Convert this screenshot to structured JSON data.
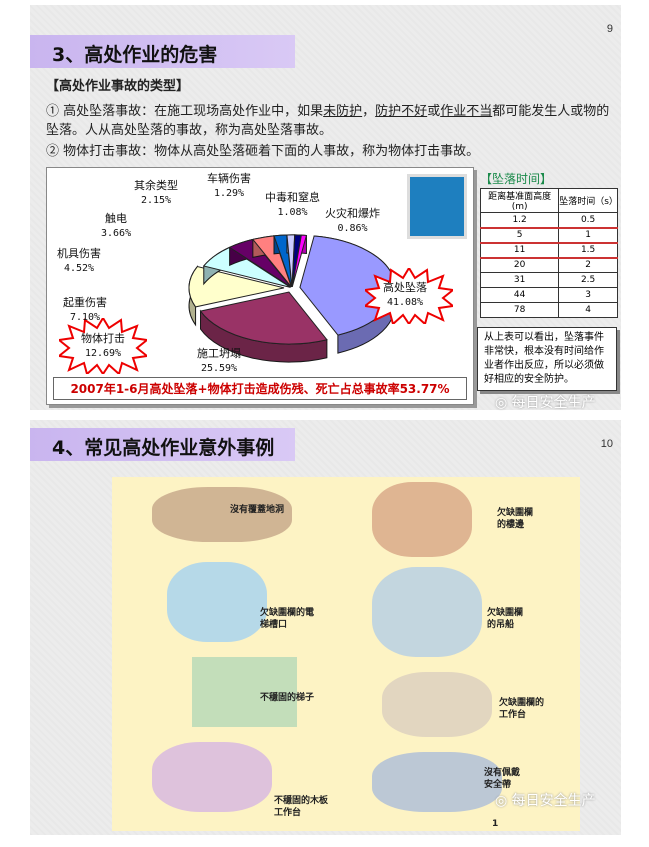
{
  "slide1": {
    "page_number": "9",
    "title": "3、高处作业的危害",
    "section": "【高处作业事故的类型】",
    "item1_prefix": "① 高处坠落事故：在施工现场高处作业中，如果",
    "item1_u1": "未防护",
    "item1_sep": "，",
    "item1_u2": "防护不好",
    "item1_or": "或",
    "item1_u3": "作业不当",
    "item1_suffix": "都可能发生人或物的坠落。人从高处坠落的事故，称为高处坠落事故。",
    "item2": "② 物体打击事故：物体从高处坠落砸着下面的人事故，称为物体打击事故。",
    "footer": "2007年1-6月高处坠落+物体打击造成伤残、死亡占总事故率53.77%",
    "fall_time": {
      "heading": "【坠落时间】",
      "headers": [
        "距离基准面高度(m)",
        "坠落时间（s）"
      ],
      "rows": [
        [
          "1.2",
          "0.5"
        ],
        [
          "5",
          "1"
        ],
        [
          "11",
          "1.5"
        ],
        [
          "20",
          "2"
        ],
        [
          "31",
          "2.5"
        ],
        [
          "44",
          "3"
        ],
        [
          "78",
          "4"
        ]
      ],
      "highlight_color": "#cc3333"
    },
    "note": "从上表可以看出，坠落事件非常快，根本没有时间给作业者作出反应，所以必须做好相应的安全防护。",
    "watermark": "每日安全生产"
  },
  "chart_data": {
    "type": "pie",
    "title": "",
    "slices": [
      {
        "name": "高处坠落",
        "value": 41.08,
        "label": "41.08%",
        "color": "#9999ff"
      },
      {
        "name": "施工坍塌",
        "value": 25.59,
        "label": "25.59%",
        "color": "#993366"
      },
      {
        "name": "物体打击",
        "value": 12.69,
        "label": "12.69%",
        "color": "#ffffcc"
      },
      {
        "name": "起重伤害",
        "value": 7.1,
        "label": "7.10%",
        "color": "#ccffff"
      },
      {
        "name": "机具伤害",
        "value": 4.52,
        "label": "4.52%",
        "color": "#660066"
      },
      {
        "name": "触电",
        "value": 3.66,
        "label": "3.66%",
        "color": "#ff8080"
      },
      {
        "name": "其余类型",
        "value": 2.15,
        "label": "2.15%",
        "color": "#0066cc"
      },
      {
        "name": "车辆伤害",
        "value": 1.29,
        "label": "1.29%",
        "color": "#ccccff"
      },
      {
        "name": "中毒和窒息",
        "value": 1.08,
        "label": "1.08%",
        "color": "#000080"
      },
      {
        "name": "火灾和爆炸",
        "value": 0.86,
        "label": "0.86%",
        "color": "#ff00ff"
      }
    ]
  },
  "slide2": {
    "page_number": "10",
    "title": "4、常见高处作业意外事例",
    "captions": [
      "沒有覆蓋地洞",
      "欠缺圍欄的樓邊",
      "欠缺圍欄的電梯槽口",
      "欠缺圍欄的吊船",
      "不穩固的梯子",
      "欠缺圍欄的工作台",
      "不穩固的木板工作台",
      "沒有佩戴安全帶"
    ],
    "illustration_page": "1",
    "watermark": "每日安全生产"
  }
}
